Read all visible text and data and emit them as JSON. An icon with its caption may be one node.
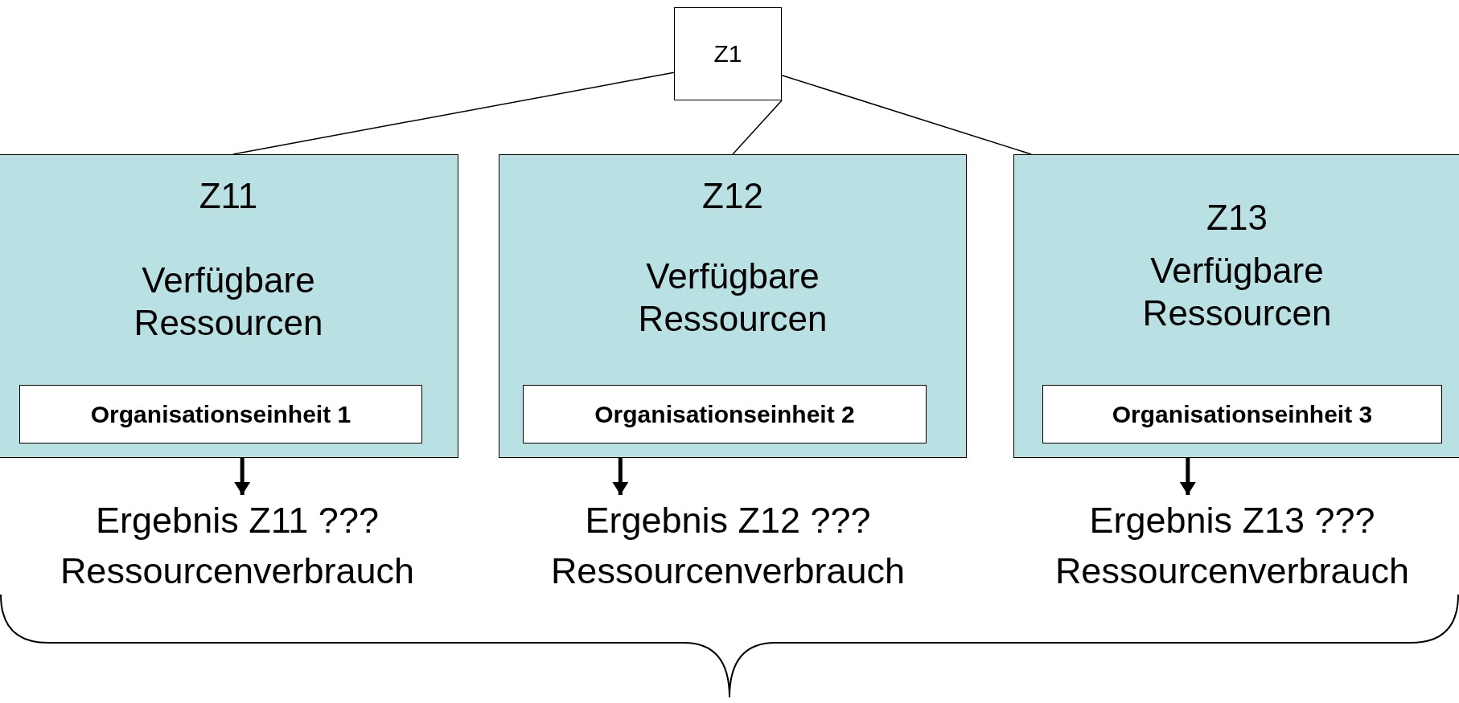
{
  "diagram": {
    "nodes": [
      {
        "text": [
          "Z1"
        ]
      },
      {
        "text": [
          "Z11",
          "Verfügbare Ressourcen"
        ]
      },
      {
        "text": [
          "Organisationseinheit 1"
        ],
        "in": 1
      },
      {
        "text": [
          "Z12",
          "Verfügbare Ressourcen"
        ]
      },
      {
        "text": [
          "Organisationseinheit 2"
        ],
        "in": 3
      },
      {
        "text": [
          "Z13",
          "Verfügbare Ressourcen"
        ]
      },
      {
        "text": [
          "Organisationseinheit 3"
        ],
        "in": 5
      },
      {
        "text": [
          "Ergebnis Z11 ???",
          "Ressourcenverbrauch"
        ]
      },
      {
        "text": [
          "Ergebnis Z12 ???",
          "Ressourcenverbrauch"
        ]
      },
      {
        "text": [
          "Ergebnis Z13 ???",
          "Ressourcenverbrauch"
        ]
      }
    ],
    "edges": [
      {
        "from": 0,
        "to": 1,
        "arrow": "none"
      },
      {
        "from": 0,
        "to": 3,
        "arrow": "none"
      },
      {
        "from": 0,
        "to": 5,
        "arrow": "none"
      },
      {
        "from": 1,
        "to": 7,
        "arrow": "to",
        "style": "thick"
      },
      {
        "from": 3,
        "to": 8,
        "arrow": "to",
        "style": "thick"
      },
      {
        "from": 5,
        "to": 9,
        "arrow": "to",
        "style": "thick"
      }
    ]
  }
}
